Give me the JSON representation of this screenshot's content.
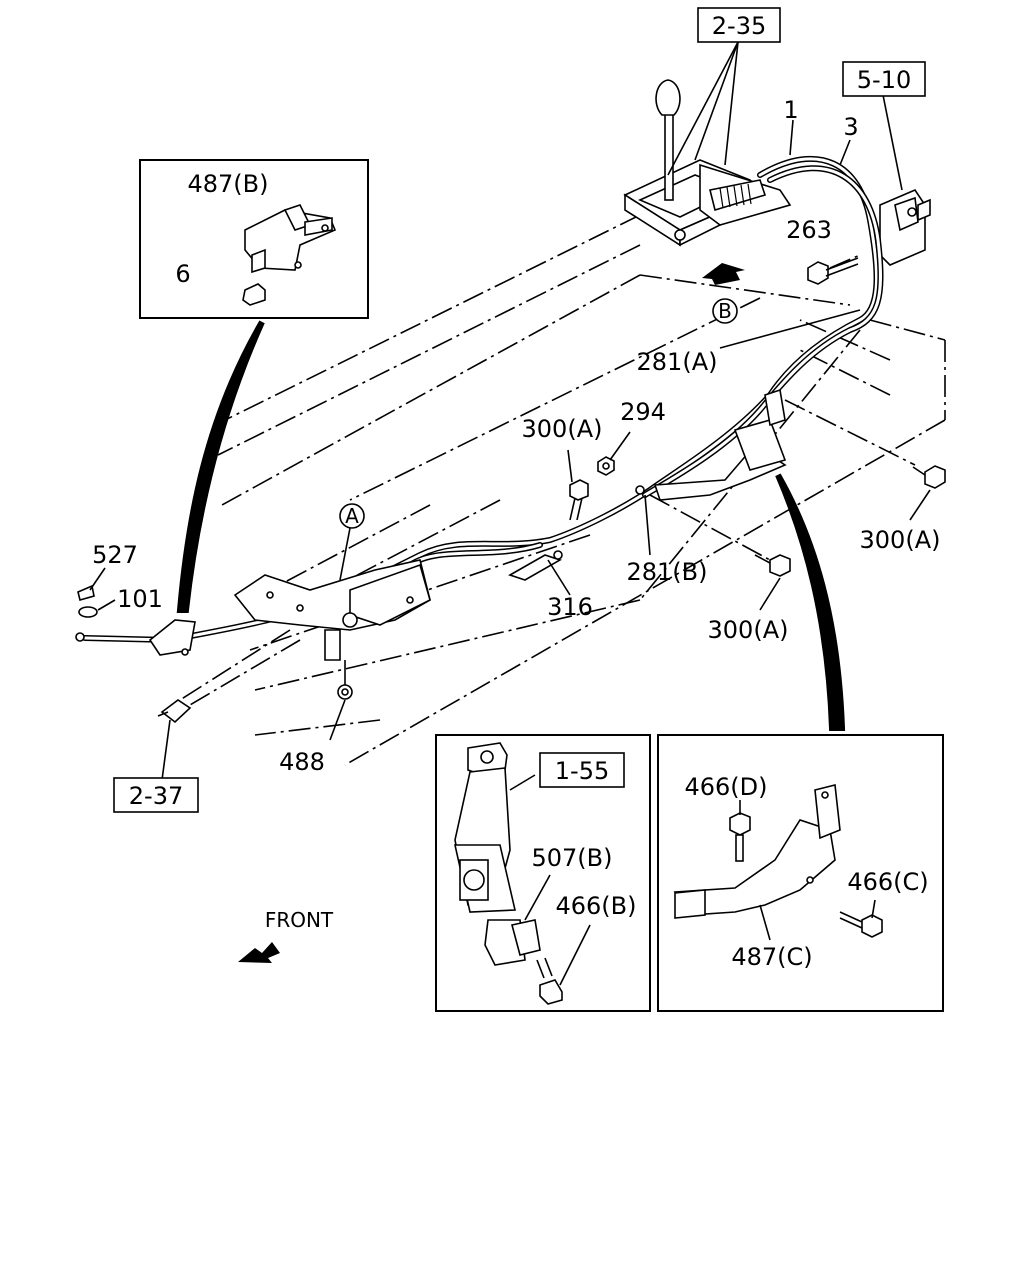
{
  "references": {
    "ref_2_35": "2-35",
    "ref_5_10": "5-10",
    "ref_2_37": "2-37",
    "ref_1_55": "1-55"
  },
  "callouts": {
    "c_1": "1",
    "c_3": "3",
    "c_263": "263",
    "c_281a": "281(A)",
    "c_281b": "281(B)",
    "c_294": "294",
    "c_300a_1": "300(A)",
    "c_300a_2": "300(A)",
    "c_300a_3": "300(A)",
    "c_316": "316",
    "c_527": "527",
    "c_101": "101",
    "c_488": "488",
    "c_487b": "487(B)",
    "c_6": "6",
    "c_507b": "507(B)",
    "c_466b": "466(B)",
    "c_466d": "466(D)",
    "c_466c": "466(C)",
    "c_487c": "487(C)"
  },
  "markers": {
    "marker_a": "A",
    "marker_b": "B"
  },
  "front_label": "FRONT"
}
